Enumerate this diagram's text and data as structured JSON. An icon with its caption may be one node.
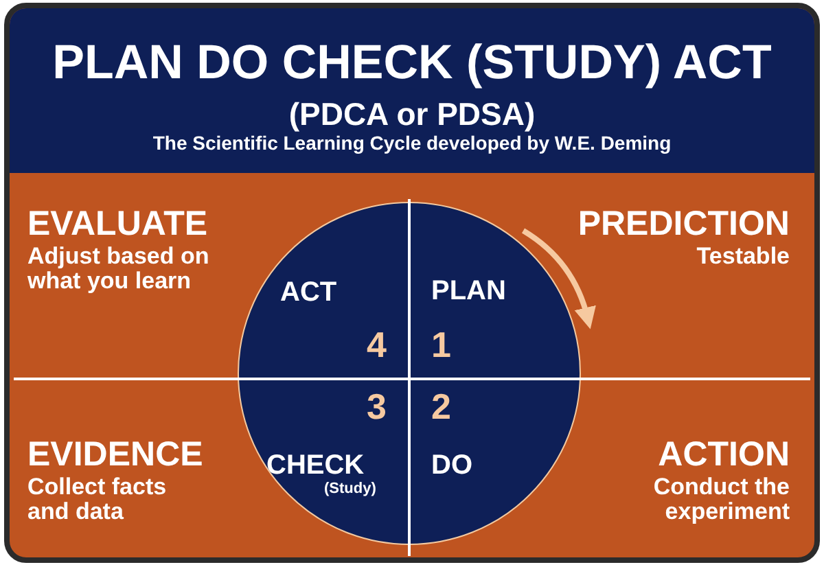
{
  "diagram": {
    "title": "PLAN DO CHECK (STUDY) ACT",
    "nodes": [
      {
        "text": [],
        "shape": "circle"
      },
      {
        "text": [
          "ACT",
          "4"
        ],
        "in": 0
      },
      {
        "text": [
          "PLAN",
          "1"
        ],
        "in": 0
      },
      {
        "text": [
          "3",
          "CHECK",
          "(Study)"
        ],
        "in": 0
      },
      {
        "text": [
          "2",
          "DO"
        ],
        "in": 0
      }
    ],
    "edges": [],
    "labels": [
      "(PDCA or PDSA)",
      "The Scientific Learning Cycle developed by W.E. Deming",
      "EVALUATE",
      "Adjust based on what you learn",
      "PREDICTION",
      "Testable",
      "EVIDENCE",
      "Collect facts and data",
      "ACTION",
      "Conduct the experiment"
    ]
  }
}
